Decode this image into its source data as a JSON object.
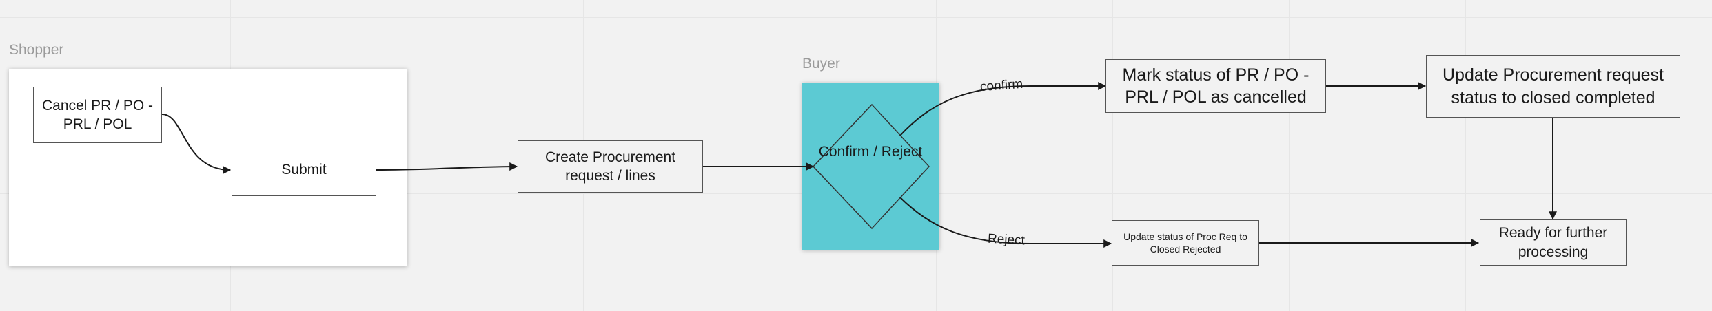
{
  "lanes": {
    "shopper": {
      "label": "Shopper"
    },
    "buyer": {
      "label": "Buyer"
    }
  },
  "nodes": {
    "cancel": {
      "label": "Cancel PR / PO - PRL / POL"
    },
    "submit": {
      "label": "Submit"
    },
    "create": {
      "label": "Create Procurement request / lines"
    },
    "decision": {
      "label": "Confirm / Reject"
    },
    "mark_cancelled": {
      "label": "Mark status of PR / PO - PRL / POL as cancelled"
    },
    "update_completed": {
      "label": "Update Procurement request status to closed completed"
    },
    "update_rejected": {
      "label": "Update status of Proc Req to Closed Rejected"
    },
    "ready": {
      "label": "Ready for further processing"
    }
  },
  "edges": {
    "confirm": {
      "label": "confirm"
    },
    "reject": {
      "label": "Reject"
    }
  },
  "colors": {
    "buyer_fill": "#5ccad3",
    "shopper_fill": "#ffffff",
    "line": "#1a1a1a"
  }
}
